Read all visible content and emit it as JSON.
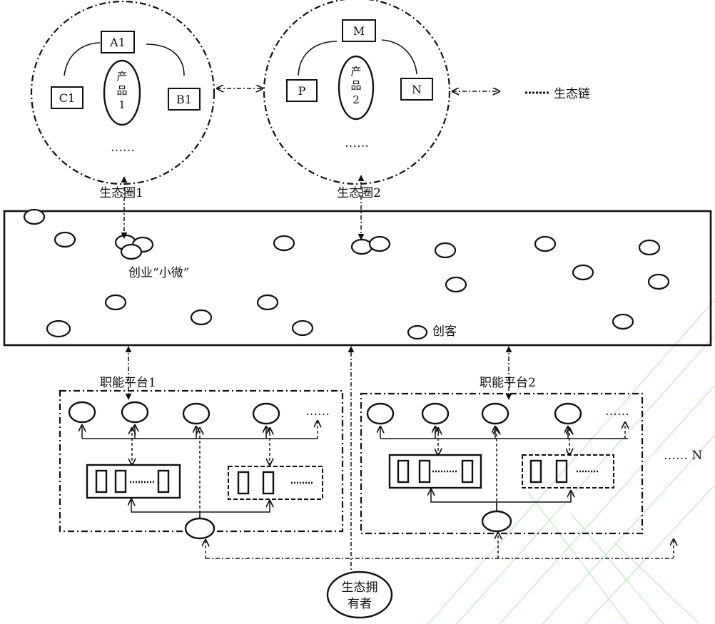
{
  "colors": {
    "ink": "#111111",
    "watermark": "#c8ecc8",
    "background": "#ffffff"
  },
  "ecosystem_circles": [
    {
      "label": "生态圈1",
      "product_label": [
        "产",
        "品",
        "1"
      ],
      "boxes": {
        "top": "A1",
        "left": "C1",
        "right": "B1"
      },
      "ellipsis": "……"
    },
    {
      "label": "生态圈2",
      "product_label": [
        "产",
        "品",
        "2"
      ],
      "boxes": {
        "top": "M",
        "left": "P",
        "right": "N"
      },
      "ellipsis": "……"
    }
  ],
  "legend": {
    "chain_label": "生态链"
  },
  "platform_area": {
    "small_micro_label": "创业“小微”",
    "maker_label": "创客"
  },
  "functional_platforms": [
    {
      "label": "职能平台1",
      "ellipsis": "……"
    },
    {
      "label": "职能平台2",
      "ellipsis": "……"
    }
  ],
  "more_label": "…… N",
  "owner": {
    "line1": "生态拥",
    "line2": "有者"
  }
}
